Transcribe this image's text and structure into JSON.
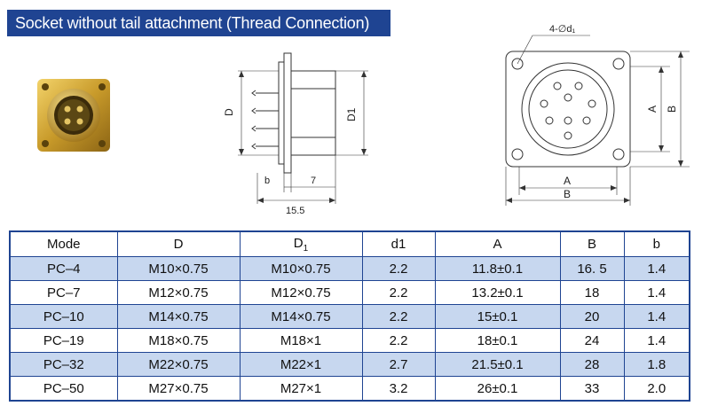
{
  "header": {
    "title": "Socket without tail attachment (Thread Connection)"
  },
  "drawing": {
    "side": {
      "label_D": "D",
      "label_D1": "D1",
      "label_b": "b",
      "label_7": "7",
      "label_155": "15.5"
    },
    "front": {
      "label_hole": "4-∅d₁",
      "label_A_vert": "A",
      "label_B_vert": "B",
      "label_A_horiz": "A",
      "label_B_horiz": "B"
    }
  },
  "table": {
    "headers": [
      "Mode",
      "D",
      "D",
      "d1",
      "A",
      "B",
      "b"
    ],
    "header_sub": "1",
    "rows": [
      [
        "PC–4",
        "M10×0.75",
        "M10×0.75",
        "2.2",
        "11.8±0.1",
        "16. 5",
        "1.4"
      ],
      [
        "PC–7",
        "M12×0.75",
        "M12×0.75",
        "2.2",
        "13.2±0.1",
        "18",
        "1.4"
      ],
      [
        "PC–10",
        "M14×0.75",
        "M14×0.75",
        "2.2",
        "15±0.1",
        "20",
        "1.4"
      ],
      [
        "PC–19",
        "M18×0.75",
        "M18×1",
        "2.2",
        "18±0.1",
        "24",
        "1.4"
      ],
      [
        "PC–32",
        "M22×0.75",
        "M22×1",
        "2.7",
        "21.5±0.1",
        "28",
        "1.8"
      ],
      [
        "PC–50",
        "M27×0.75",
        "M27×1",
        "3.2",
        "26±0.1",
        "33",
        "2.0"
      ]
    ]
  },
  "colors": {
    "header_bg": "#1f4492",
    "row_alt": "#c7d7ef",
    "border": "#1f4492"
  }
}
